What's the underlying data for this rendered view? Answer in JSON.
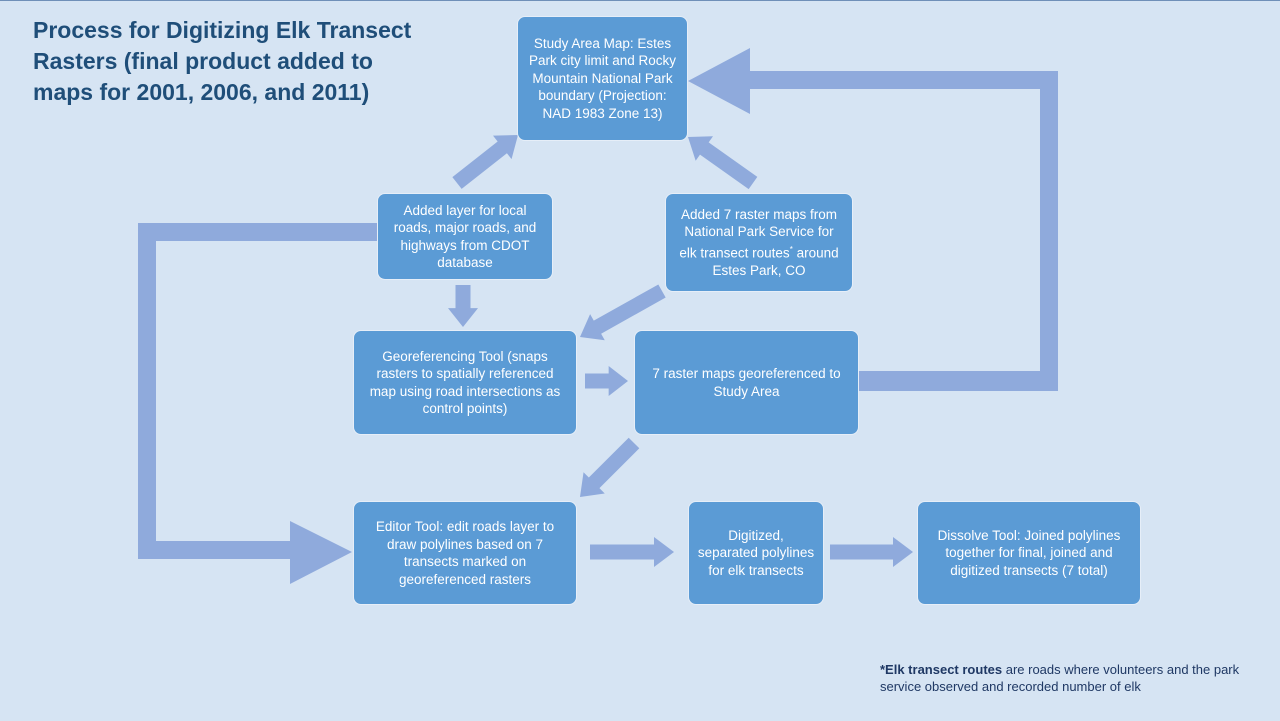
{
  "title": "Process for Digitizing Elk Transect Rasters (final product added to maps for 2001, 2006, and 2011)",
  "boxes": {
    "study_area": "Study Area Map: Estes Park city limit and Rocky Mountain National Park boundary (Projection: NAD 1983 Zone 13)",
    "roads_layer": "Added layer for local roads, major roads, and highways from CDOT database",
    "raster_maps": "Added 7 raster maps from National Park Service for elk transect routes",
    "raster_maps_sup": "*",
    "raster_maps_tail": "around Estes Park, CO",
    "georef_tool": "Georeferencing Tool (snaps rasters to spatially referenced map using road intersections as control points)",
    "georeferenced": "7 raster maps georeferenced to Study Area",
    "editor_tool": "Editor Tool: edit roads layer to draw polylines based on 7 transects marked on georeferenced rasters",
    "digitized": "Digitized, separated polylines for elk transects",
    "dissolve": "Dissolve Tool: Joined polylines together for final, joined and digitized transects (7 total)"
  },
  "footnote": {
    "bold": "*Elk transect routes",
    "rest": " are roads where volunteers and the park service observed and recorded number of elk"
  },
  "colors": {
    "background": "#d6e4f3",
    "box": "#5b9bd5",
    "arrow": "#8faadc",
    "title": "#1f4e79"
  }
}
